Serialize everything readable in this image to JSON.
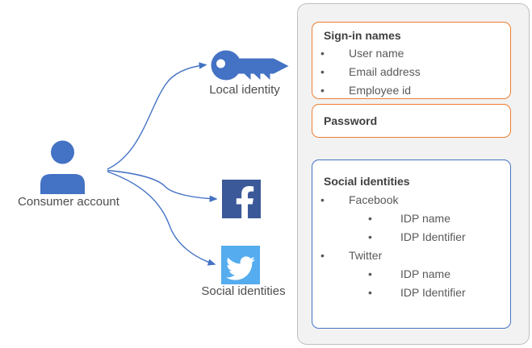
{
  "glyphs": {
    "bullet": "•"
  },
  "colors": {
    "accent_blue": "#4472C4",
    "facebook_blue": "#3B5998",
    "twitter_blue": "#55ACEE",
    "orange_border": "#ED7D31",
    "blue_border": "#4472C4",
    "panel_fill": "#F2F2F2",
    "panel_border": "#BFBFBF",
    "title_text": "#3F3F3F",
    "body_text": "#595959"
  },
  "diagram": {
    "consumer_account_label": "Consumer account",
    "local_identity_label": "Local identity",
    "social_identities_label": "Social identities",
    "icons": [
      "person-icon",
      "key-icon",
      "facebook-icon",
      "twitter-icon"
    ]
  },
  "panel": {
    "signin_box": {
      "title": "Sign-in names",
      "items": [
        "User name",
        "Email address",
        "Employee id"
      ]
    },
    "password_box": {
      "title": "Password"
    },
    "social_box": {
      "title": "Social identities",
      "providers": [
        {
          "name": "Facebook",
          "attributes": [
            "IDP name",
            "IDP Identifier"
          ]
        },
        {
          "name": "Twitter",
          "attributes": [
            "IDP name",
            "IDP Identifier"
          ]
        }
      ]
    }
  }
}
